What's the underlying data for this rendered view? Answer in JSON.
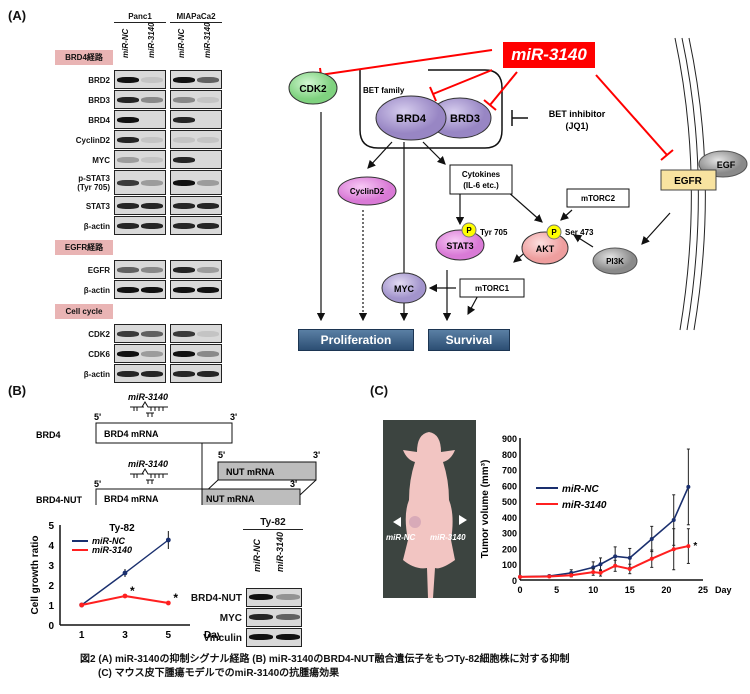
{
  "figure": {
    "caption_line1": "図2 (A) miR-3140の抑制シグナル経路 (B) miR-3140のBRD4-NUT融合遺伝子をもつTy-82細胞株に対する抑制",
    "caption_line2": "(C) マウス皮下腫瘍モデルでのmiR-3140の抗腫瘍効果"
  },
  "panelA": {
    "label": "(A)",
    "cell_lines": [
      "Panc1",
      "MIAPaCa2"
    ],
    "lanes": [
      "miR-NC",
      "miR-3140"
    ],
    "sections": [
      {
        "tag": "BRD4経路",
        "rows": [
          "BRD2",
          "BRD3",
          "BRD4",
          "CyclinD2",
          "MYC",
          "p-STAT3\n(Tyr 705)",
          "STAT3",
          "β-actin"
        ]
      },
      {
        "tag": "EGFR経路",
        "rows": [
          "EGFR",
          "β-actin"
        ]
      },
      {
        "tag": "Cell cycle",
        "rows": [
          "CDK2",
          "CDK6",
          "β-actin"
        ]
      }
    ],
    "pathway": {
      "mir": "miR-3140",
      "cdk2": "CDK2",
      "bet_family": "BET family",
      "brd4": "BRD4",
      "brd3": "BRD3",
      "bet_inhibitor": "BET inhibitor",
      "jq1": "(JQ1)",
      "cyclind2": "CyclinD2",
      "cytokines": "Cytokines",
      "il6": "(IL-6 etc.)",
      "mtorc2": "mTORC2",
      "mtorc1": "mTORC1",
      "stat3": "STAT3",
      "akt": "AKT",
      "pi3k": "PI3K",
      "myc": "MYC",
      "egfr": "EGFR",
      "egf": "EGF",
      "p": "P",
      "tyr705": "Tyr 705",
      "ser473": "Ser 473",
      "proliferation": "Proliferation",
      "survival": "Survival"
    },
    "colors": {
      "inhibit": "#ff0000",
      "bet": "#a996cf",
      "cdk2": "#8fe08f",
      "pink": "#e98ce6",
      "akt": "#f7b2b2",
      "egfr": "#f8e3a0",
      "gray": "#9a9a9a",
      "outcome": "#2c4e73"
    }
  },
  "panelB": {
    "label": "(B)",
    "schematic": {
      "mir": "miR-3140",
      "brd4_label": "BRD4",
      "fusion_label": "BRD4-NUT",
      "brd4_mrna": "BRD4 mRNA",
      "nut_mrna": "NUT mRNA",
      "five": "5'",
      "three": "3'"
    },
    "blot": {
      "title": "Ty-82",
      "lanes": [
        "miR-NC",
        "miR-3140"
      ],
      "rows": [
        "BRD4-NUT",
        "MYC",
        "Vinculin"
      ]
    }
  },
  "panelC": {
    "label": "(C)",
    "photo_labels": [
      "miR-NC",
      "miR-3140"
    ]
  },
  "chart_data": [
    {
      "type": "line",
      "title": "Ty-82",
      "xlabel": "Day",
      "ylabel": "Cell growth ratio",
      "x": [
        1,
        3,
        5
      ],
      "xticks": [
        "1",
        "3",
        "5"
      ],
      "yticks": [
        "0",
        "1",
        "2",
        "3",
        "4",
        "5"
      ],
      "ylim": [
        0,
        5
      ],
      "legend": "top-left",
      "series": [
        {
          "name": "miR-NC",
          "color": "#1a2f6e",
          "values": [
            1.0,
            2.6,
            4.25
          ],
          "errors": [
            0.05,
            0.2,
            0.45
          ]
        },
        {
          "name": "miR-3140",
          "color": "#ff2020",
          "values": [
            1.0,
            1.45,
            1.1
          ],
          "errors": [
            0.05,
            0.08,
            0.05
          ]
        }
      ],
      "annotations": [
        {
          "x": 3,
          "text": "*"
        },
        {
          "x": 5,
          "text": "*"
        }
      ]
    },
    {
      "type": "line",
      "title": "",
      "xlabel": "Day",
      "ylabel": "Tumor volume (mm³)",
      "x": [
        0,
        4,
        7,
        10,
        11,
        13,
        15,
        18,
        21,
        23
      ],
      "xticks": [
        "0",
        "5",
        "10",
        "15",
        "20",
        "25"
      ],
      "xtick_values": [
        0,
        5,
        10,
        15,
        20,
        25
      ],
      "yticks": [
        "0",
        "100",
        "200",
        "300",
        "400",
        "500",
        "600",
        "700",
        "800",
        "900"
      ],
      "xlim": [
        0,
        25
      ],
      "ylim": [
        0,
        900
      ],
      "legend": "top-left",
      "series": [
        {
          "name": "miR-NC",
          "color": "#1a2f6e",
          "values": [
            20,
            25,
            45,
            80,
            100,
            150,
            140,
            260,
            380,
            590
          ],
          "errors": [
            0,
            0,
            20,
            35,
            40,
            60,
            60,
            80,
            160,
            240
          ]
        },
        {
          "name": "miR-3140",
          "color": "#ff2020",
          "values": [
            20,
            22,
            30,
            50,
            45,
            90,
            70,
            135,
            195,
            215
          ],
          "errors": [
            0,
            0,
            10,
            20,
            20,
            35,
            30,
            55,
            130,
            110
          ]
        }
      ],
      "annotations": [
        {
          "x": 23,
          "text": "*"
        }
      ]
    }
  ]
}
